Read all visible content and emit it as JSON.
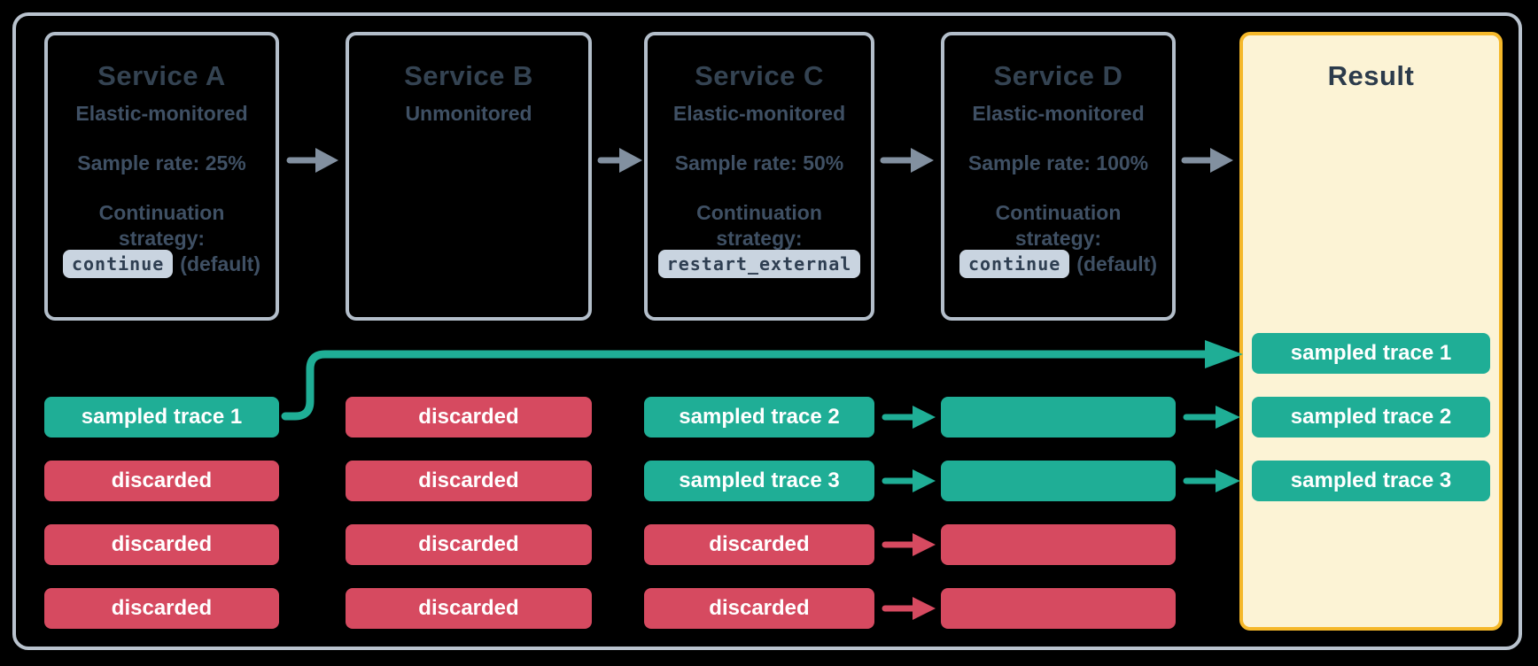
{
  "services": [
    {
      "title": "Service A",
      "subtitle": "Elastic-monitored",
      "sample_rate": "Sample rate: 25%",
      "continuation_label": "Continuation strategy:",
      "strategy_code": "continue",
      "strategy_suffix": "(default)"
    },
    {
      "title": "Service B",
      "subtitle": "Unmonitored"
    },
    {
      "title": "Service C",
      "subtitle": "Elastic-monitored",
      "sample_rate": "Sample rate: 50%",
      "continuation_label": "Continuation strategy:",
      "strategy_code": "restart_external"
    },
    {
      "title": "Service D",
      "subtitle": "Elastic-monitored",
      "sample_rate": "Sample rate: 100%",
      "continuation_label": "Continuation strategy:",
      "strategy_code": "continue",
      "strategy_suffix": "(default)"
    }
  ],
  "columns": {
    "a": {
      "bars": [
        {
          "label": "sampled trace 1",
          "status": "sampled"
        },
        {
          "label": "discarded",
          "status": "discarded"
        },
        {
          "label": "discarded",
          "status": "discarded"
        },
        {
          "label": "discarded",
          "status": "discarded"
        }
      ]
    },
    "b": {
      "bars": [
        {
          "label": "discarded",
          "status": "discarded"
        },
        {
          "label": "discarded",
          "status": "discarded"
        },
        {
          "label": "discarded",
          "status": "discarded"
        },
        {
          "label": "discarded",
          "status": "discarded"
        }
      ]
    },
    "c": {
      "bars": [
        {
          "label": "sampled trace 2",
          "status": "sampled"
        },
        {
          "label": "sampled trace 3",
          "status": "sampled"
        },
        {
          "label": "discarded",
          "status": "discarded"
        },
        {
          "label": "discarded",
          "status": "discarded"
        }
      ]
    },
    "d": {
      "bars": [
        {
          "label": "",
          "status": "sampled"
        },
        {
          "label": "",
          "status": "sampled"
        },
        {
          "label": "",
          "status": "discarded"
        },
        {
          "label": "",
          "status": "discarded"
        }
      ]
    }
  },
  "result": {
    "title": "Result",
    "bars": [
      {
        "label": "sampled trace 1",
        "status": "sampled"
      },
      {
        "label": "sampled trace 2",
        "status": "sampled"
      },
      {
        "label": "sampled trace 3",
        "status": "sampled"
      }
    ]
  },
  "colors": {
    "background": "#000000",
    "frame_border": "#b9c3ce",
    "service_box_border": "#b3beca",
    "result_box_border": "#f5b82a",
    "result_box_fill": "#fcf3d5",
    "sampled_teal": "#1fae96",
    "discarded_red": "#d64a60",
    "arrow_gray": "#8290a0",
    "code_chip_bg": "#c9d4e0",
    "heading_text": "#344352",
    "body_text": "#3f5064"
  }
}
